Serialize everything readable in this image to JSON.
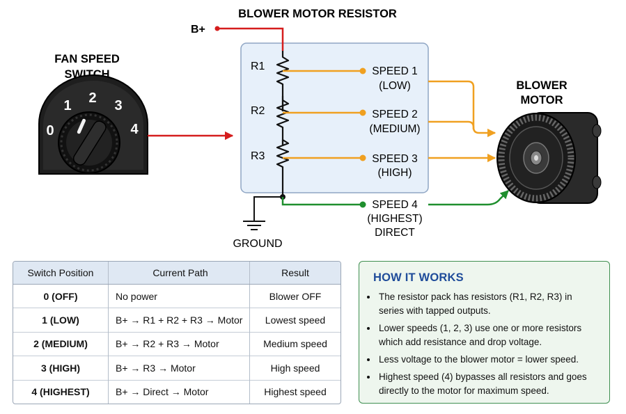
{
  "title": "BLOWER MOTOR RESISTOR",
  "b_plus": "B+",
  "fan_switch": {
    "label_1": "FAN SPEED",
    "label_2": "SWITCH",
    "positions": [
      "0",
      "1",
      "2",
      "3",
      "4"
    ]
  },
  "resistors": [
    "R1",
    "R2",
    "R3"
  ],
  "speeds": [
    {
      "line1": "SPEED 1",
      "line2": "(LOW)"
    },
    {
      "line1": "SPEED 2",
      "line2": "(MEDIUM)"
    },
    {
      "line1": "SPEED 3",
      "line2": "(HIGH)"
    },
    {
      "line1": "SPEED 4",
      "line2": "(HIGHEST)",
      "line3": "DIRECT"
    }
  ],
  "ground": "GROUND",
  "motor": {
    "label_1": "BLOWER",
    "label_2": "MOTOR"
  },
  "colors": {
    "red": "#d51d1d",
    "orange": "#f0a020",
    "green": "#1f8f2e",
    "box_fill": "#e7f0fa",
    "box_border": "#8fa6c4",
    "heading_blue": "#1f4c9a"
  },
  "table": {
    "headers": [
      "Switch Position",
      "Current Path",
      "Result"
    ],
    "rows": [
      [
        "0 (OFF)",
        "No power",
        "Blower OFF"
      ],
      [
        "1 (LOW)",
        "B+ → R1 + R2 + R3 → Motor",
        "Lowest speed"
      ],
      [
        "2 (MEDIUM)",
        "B+ → R2 + R3 → Motor",
        "Medium speed"
      ],
      [
        "3 (HIGH)",
        "B+ → R3 → Motor",
        "High speed"
      ],
      [
        "4 (HIGHEST)",
        "B+ → Direct → Motor",
        "Highest speed"
      ]
    ]
  },
  "how_it_works": {
    "title": "HOW IT WORKS",
    "bullets": [
      "The resistor pack has resistors (R1, R2, R3) in series with tapped outputs.",
      "Lower speeds (1, 2, 3) use one or more resistors which add resistance and drop voltage.",
      "Less voltage to the blower motor = lower speed.",
      "Highest speed (4) bypasses all resistors and goes directly to the motor for maximum speed."
    ]
  }
}
